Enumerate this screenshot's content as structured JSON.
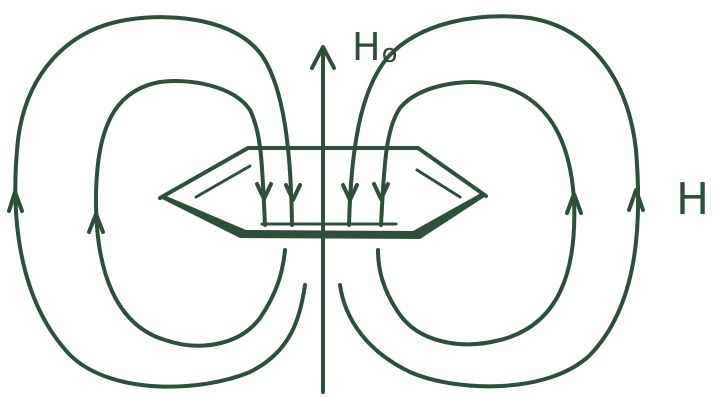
{
  "labels": {
    "applied_field_main": "H",
    "applied_field_sub": "o",
    "induced_field": "H"
  },
  "colors": {
    "ink": "#2f4f3a",
    "background": "#ffffff"
  }
}
